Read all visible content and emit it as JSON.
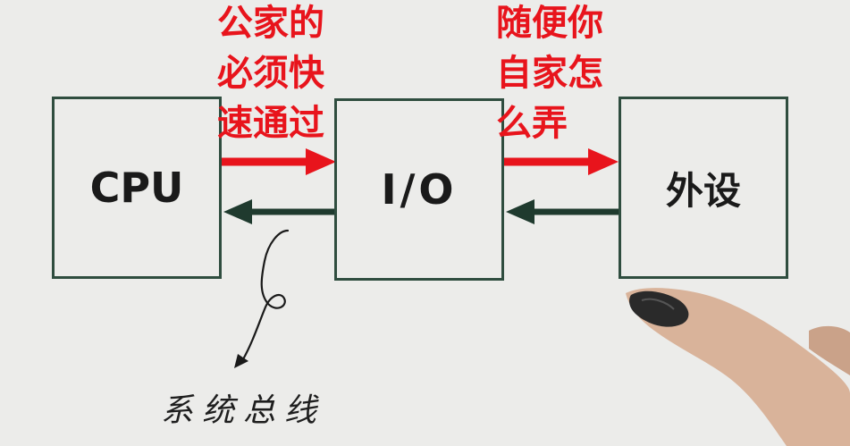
{
  "boxes": {
    "cpu": "CPU",
    "io": "I/O",
    "peripheral": "外设"
  },
  "annotations": {
    "left_note": [
      "公家的",
      "必须快",
      "速通过"
    ],
    "right_note": [
      "随便你",
      "自家怎",
      "么弄"
    ]
  },
  "caption": "系统总线",
  "colors": {
    "box_border": "#2f4d3f",
    "arrow_dark": "#1f3a2e",
    "arrow_red": "#e8141c",
    "annotation_text": "#e8141c"
  }
}
